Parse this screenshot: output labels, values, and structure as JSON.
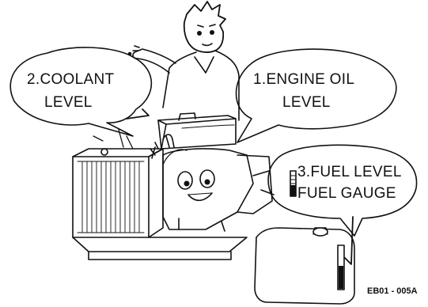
{
  "labels": {
    "engine_oil_line1": "1.ENGINE OIL",
    "engine_oil_line2": "LEVEL",
    "coolant_line1": "2.COOLANT",
    "coolant_line2": "LEVEL",
    "fuel_line1": "3.FUEL LEVEL",
    "fuel_line2": "FUEL GAUGE"
  },
  "figure_code": "EB01 - 005A"
}
